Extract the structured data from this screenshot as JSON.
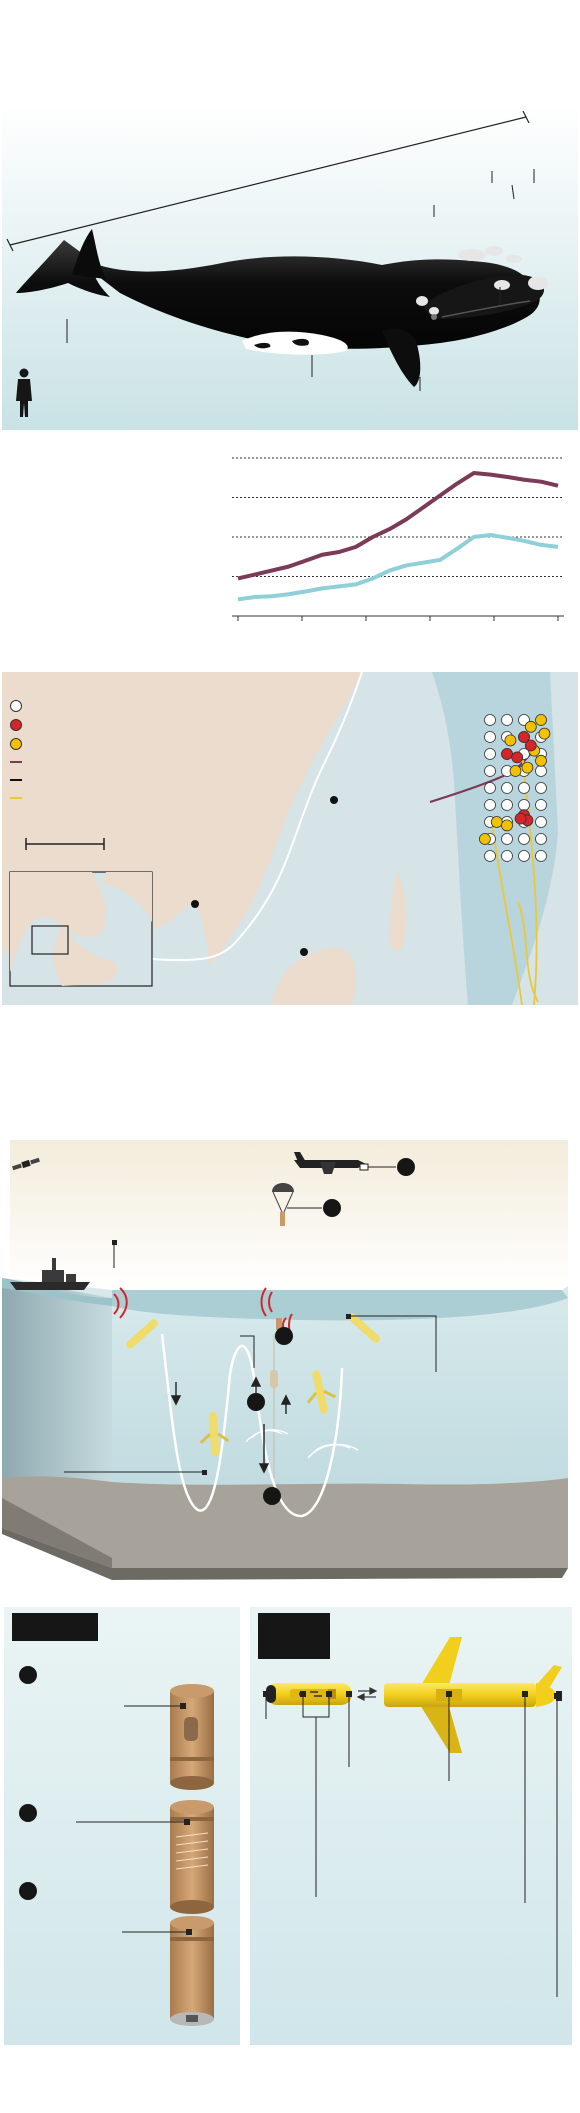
{
  "colors": {
    "whale_panel_bg": "#d2e6e8",
    "whale_body": "#121212",
    "whale_belly": "#ffffff",
    "callosity": "#e4e4e4",
    "chart_grid": "#333333",
    "series_a": "#7a3a58",
    "series_b": "#8ecfd8",
    "map_land": "#ecdccd",
    "map_water": "#d8e6ea",
    "map_shelf": "#b9d6df",
    "survey_white": "#ffffff",
    "survey_red": "#d4252b",
    "survey_yellow": "#f2c200",
    "ship_track": "#7a3a58",
    "glider_track": "#e8c93a",
    "ocean_surface": "#a9ccd4",
    "ocean_body": "#d7e8ea",
    "seafloor": "#a8a49c",
    "sky": "#f4efe2",
    "buoy_tan": "#c89a6a",
    "glider_yellow": "#f4d21c",
    "label_black": "#1a1a1a"
  },
  "icons": {
    "satellite": "satellite-icon",
    "plane": "aircraft-icon",
    "parachute": "parachute-buoy-icon",
    "ship": "research-vessel-icon",
    "person": "human-silhouette-icon"
  },
  "chart_data": {
    "type": "line",
    "title": "",
    "xlabel": "",
    "ylabel": "",
    "x": [
      1,
      2,
      3,
      4,
      5,
      6,
      7,
      8,
      9,
      10,
      11,
      12,
      13,
      14,
      15,
      16,
      17,
      18,
      19,
      20
    ],
    "ylim": [
      0,
      4
    ],
    "grid": true,
    "series": [
      {
        "color": "#7a3a58",
        "values": [
          0.95,
          1.05,
          1.15,
          1.25,
          1.4,
          1.55,
          1.62,
          1.75,
          2.0,
          2.2,
          2.45,
          2.75,
          3.05,
          3.35,
          3.62,
          3.58,
          3.52,
          3.45,
          3.4,
          3.3
        ]
      },
      {
        "color": "#8ecfd8",
        "values": [
          0.42,
          0.48,
          0.5,
          0.55,
          0.62,
          0.7,
          0.75,
          0.8,
          0.95,
          1.15,
          1.28,
          1.35,
          1.42,
          1.7,
          2.0,
          2.05,
          1.98,
          1.9,
          1.8,
          1.75
        ]
      }
    ]
  },
  "survey_points": {
    "white": [
      [
        0,
        0
      ],
      [
        1,
        0
      ],
      [
        2,
        0
      ],
      [
        0,
        1
      ],
      [
        1,
        1
      ],
      [
        2,
        1
      ],
      [
        3,
        1
      ],
      [
        0,
        2
      ],
      [
        1,
        2
      ],
      [
        2,
        2
      ],
      [
        3,
        2
      ],
      [
        0,
        3
      ],
      [
        1,
        3
      ],
      [
        2,
        3
      ],
      [
        3,
        3
      ],
      [
        0,
        4
      ],
      [
        1,
        4
      ],
      [
        2,
        4
      ],
      [
        3,
        4
      ],
      [
        0,
        5
      ],
      [
        1,
        5
      ],
      [
        2,
        5
      ],
      [
        3,
        5
      ],
      [
        0,
        6
      ],
      [
        1,
        6
      ],
      [
        2,
        6
      ],
      [
        3,
        6
      ],
      [
        0,
        7
      ],
      [
        1,
        7
      ],
      [
        2,
        7
      ],
      [
        3,
        7
      ],
      [
        0,
        8
      ],
      [
        1,
        8
      ],
      [
        2,
        8
      ],
      [
        3,
        8
      ]
    ],
    "red": [
      [
        1,
        2
      ],
      [
        2,
        1
      ],
      [
        2.4,
        1.5
      ],
      [
        1.6,
        2.2
      ],
      [
        2,
        5.6
      ],
      [
        2.2,
        5.9
      ],
      [
        1.8,
        5.8
      ]
    ],
    "yellow": [
      [
        3,
        0
      ],
      [
        2.4,
        0.4
      ],
      [
        3.2,
        0.8
      ],
      [
        1.2,
        1.2
      ],
      [
        2.6,
        1.8
      ],
      [
        3,
        2.4
      ],
      [
        2.2,
        2.8
      ],
      [
        1.5,
        3
      ],
      [
        0.4,
        6
      ],
      [
        1,
        6.2
      ],
      [
        -0.3,
        7
      ]
    ]
  }
}
